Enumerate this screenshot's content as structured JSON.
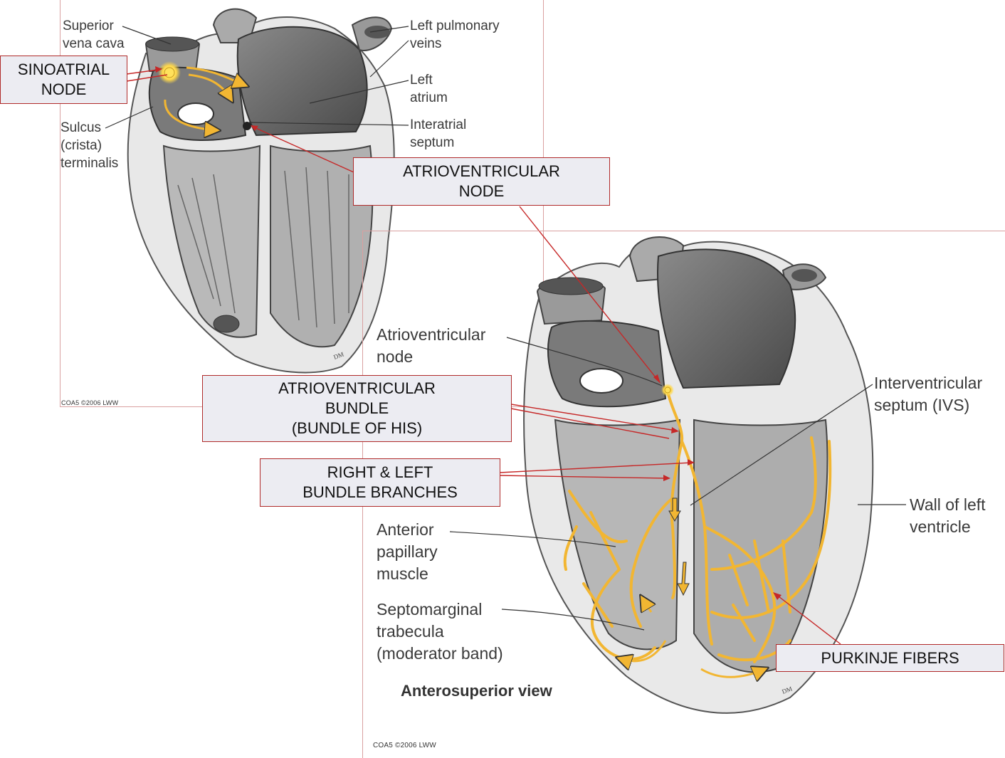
{
  "colors": {
    "accent_red": "#c62828",
    "box_fill": "#ececf2",
    "conduction_yellow": "#f2b632"
  },
  "top_figure": {
    "labels": {
      "superior_vena_cava": "Superior\nvena cava",
      "left_pulmonary_veins": "Left pulmonary\nveins",
      "left_atrium": "Left\natrium",
      "interatrial_septum": "Interatrial\nseptum",
      "sulcus_terminalis": "Sulcus\n(crista)\nterminalis"
    },
    "copyright": "COA5 ©2006 LWW"
  },
  "bottom_figure": {
    "labels": {
      "av_node": "Atrioventricular\nnode",
      "ivs": "Interventricular\nseptum (IVS)",
      "wall_lv": "Wall of left\nventricle",
      "anterior_papillary": "Anterior\npapillary\nmuscle",
      "septomarginal": "Septomarginal\ntrabecula\n(moderator band)"
    },
    "view_title": "Anterosuperior view",
    "copyright": "COA5 ©2006 LWW"
  },
  "callouts": {
    "sa_node": "SINOATRIAL\nNODE",
    "av_node": "ATRIOVENTRICULAR\nNODE",
    "av_bundle": "ATRIOVENTRICULAR\nBUNDLE\n(BUNDLE OF HIS)",
    "bundle_branches": "RIGHT & LEFT\nBUNDLE BRANCHES",
    "purkinje": "PURKINJE FIBERS"
  }
}
